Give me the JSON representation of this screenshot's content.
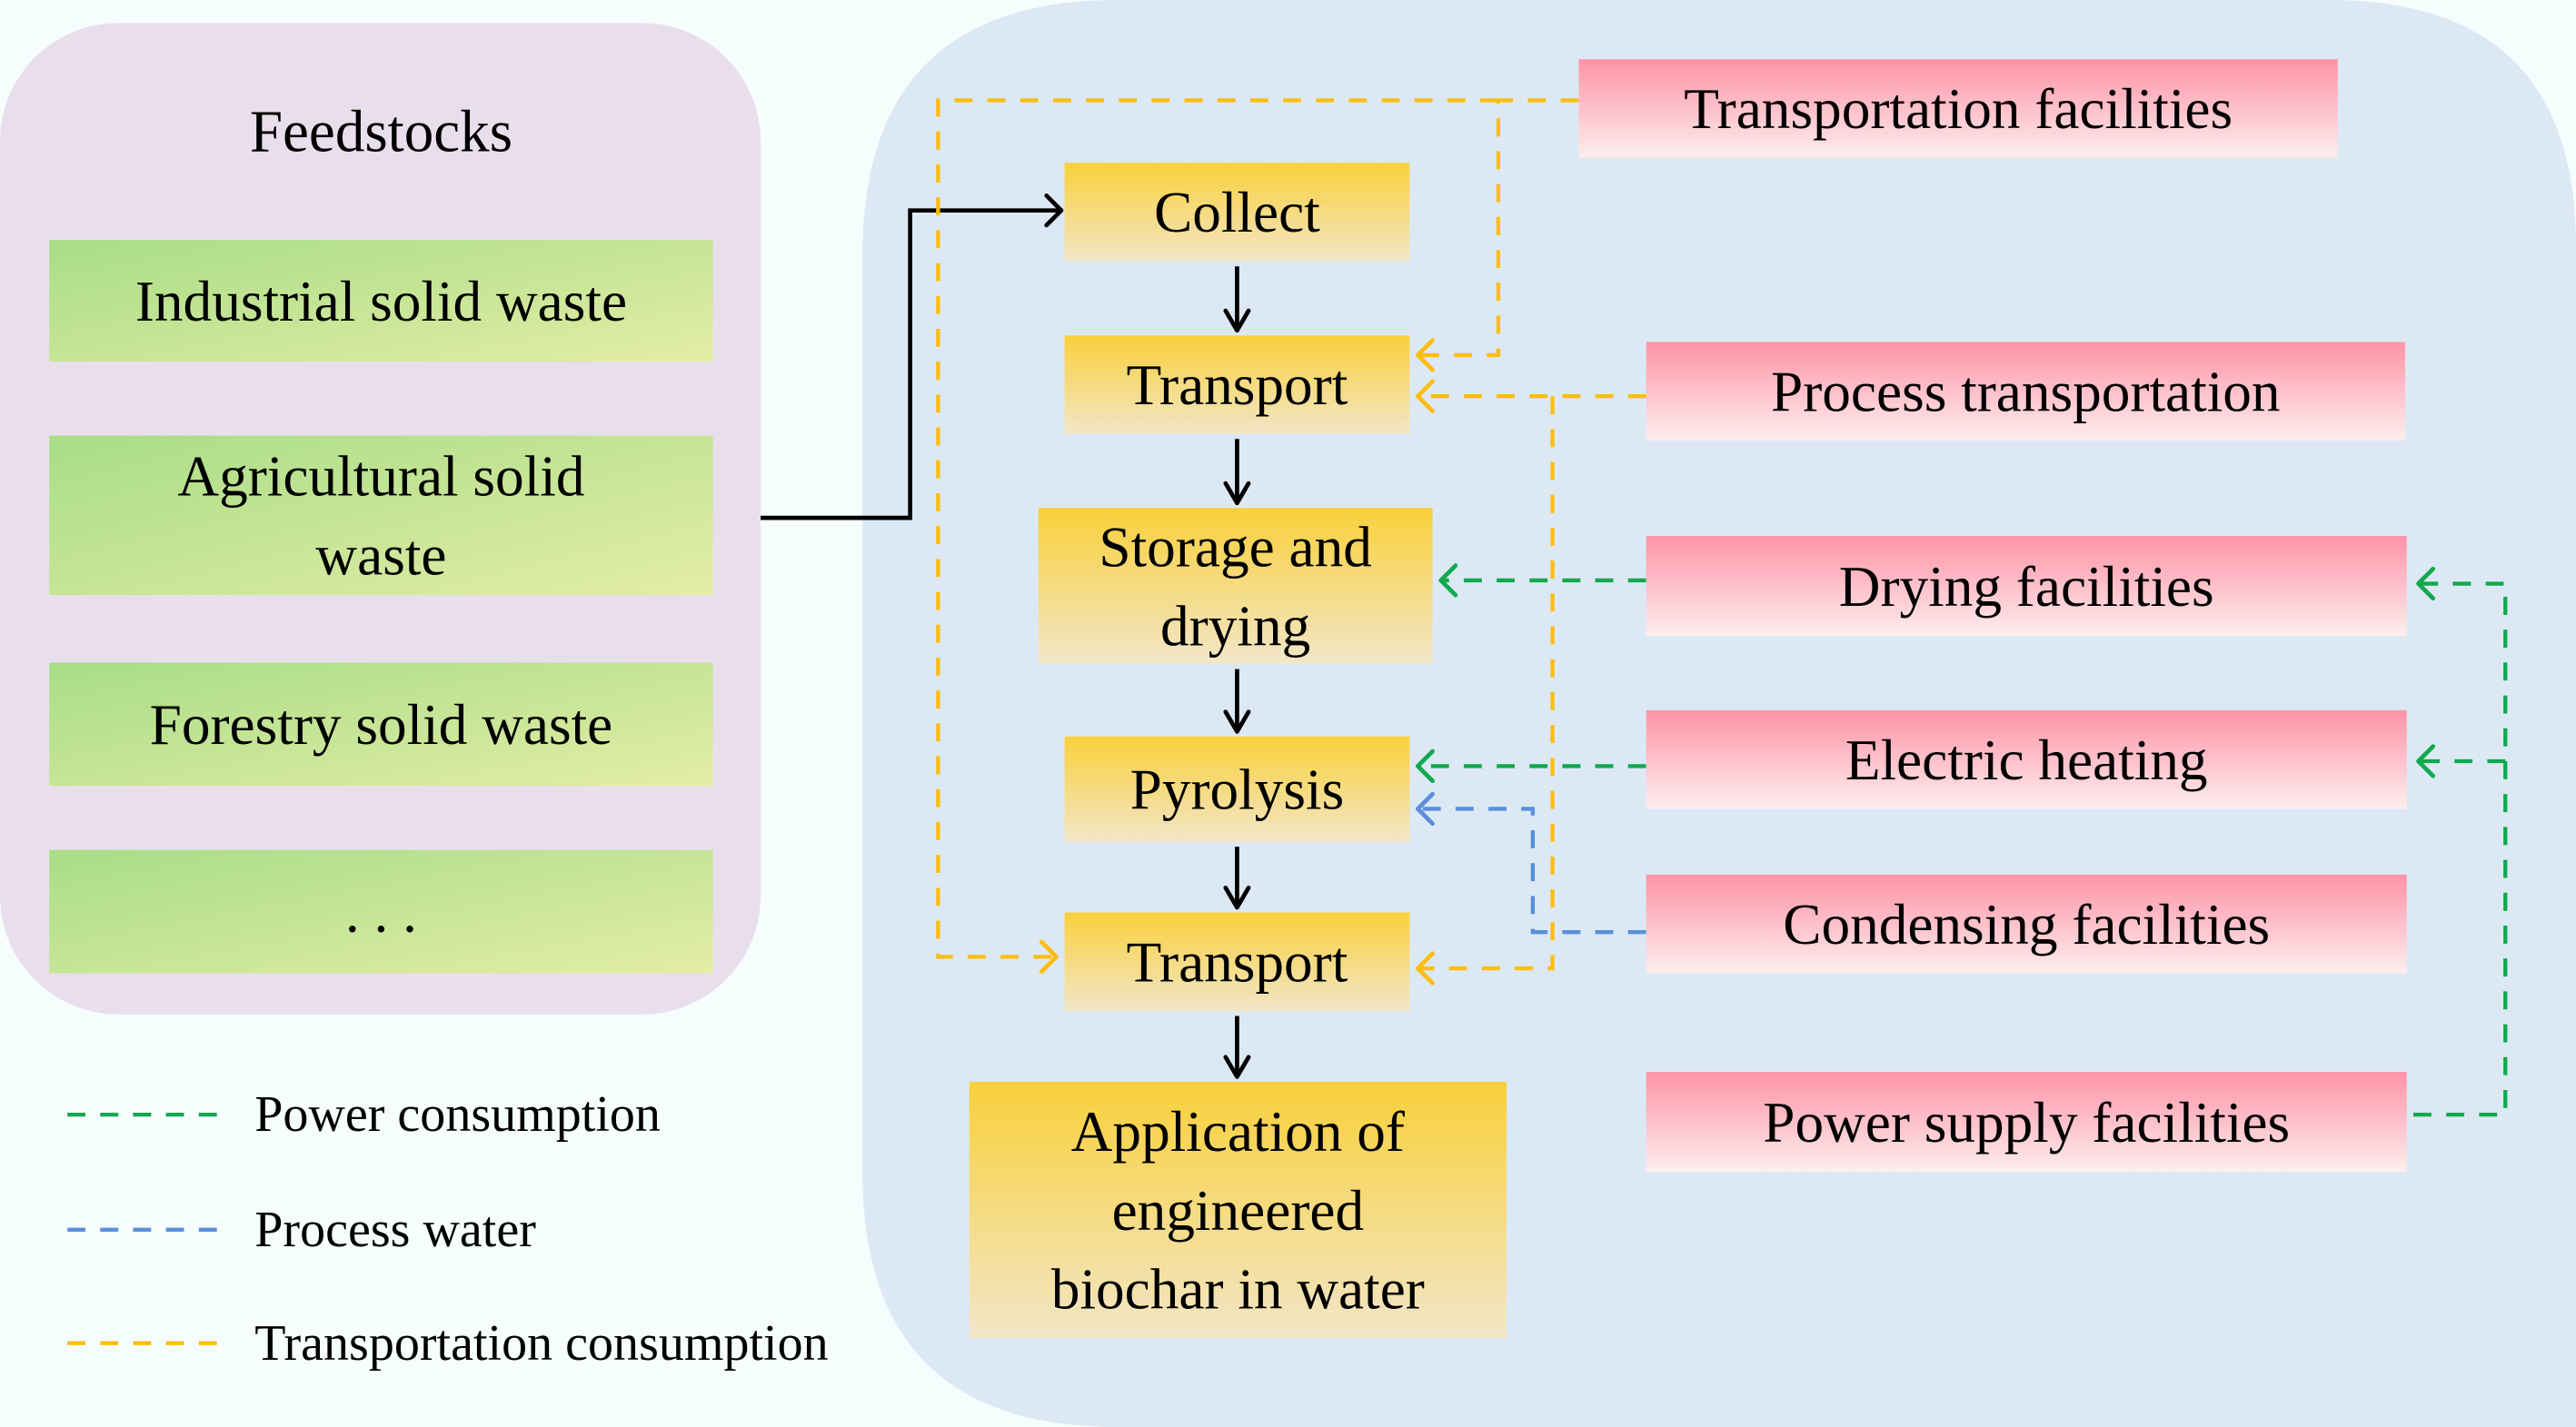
{
  "colors": {
    "background": "#F6FDFD",
    "feedstock_panel": "#E9DFEC",
    "process_panel": "#DCE9F4",
    "feedstock_box_start": "#A8DD86",
    "feedstock_box_end": "#E4EDA6",
    "process_box_top": "#F9D03A",
    "process_box_bottom": "#F2E6C8",
    "facility_box_top": "#FE93A6",
    "facility_box_bottom": "#FDEEEE",
    "power": "#11A84E",
    "water": "#5B8FDB",
    "transport": "#FDBD11",
    "flow": "#000000"
  },
  "feedstocks": {
    "title": "Feedstocks",
    "items": [
      {
        "lines": [
          "Industrial solid waste"
        ]
      },
      {
        "lines": [
          "Agricultural solid",
          "waste"
        ]
      },
      {
        "lines": [
          "Forestry solid waste"
        ]
      },
      {
        "lines": [
          ". . ."
        ]
      }
    ]
  },
  "process_steps": [
    {
      "id": "collect",
      "lines": [
        "Collect"
      ]
    },
    {
      "id": "transport1",
      "lines": [
        "Transport"
      ]
    },
    {
      "id": "storage",
      "lines": [
        "Storage and",
        "drying"
      ]
    },
    {
      "id": "pyrolysis",
      "lines": [
        "Pyrolysis"
      ]
    },
    {
      "id": "transport2",
      "lines": [
        "Transport"
      ]
    },
    {
      "id": "application",
      "lines": [
        "Application of",
        "engineered",
        "biochar in water"
      ]
    }
  ],
  "facilities": [
    {
      "id": "transportation",
      "label": "Transportation facilities"
    },
    {
      "id": "process_transport",
      "label": "Process transportation"
    },
    {
      "id": "drying",
      "label": "Drying facilities"
    },
    {
      "id": "electric",
      "label": "Electric heating"
    },
    {
      "id": "condensing",
      "label": "Condensing facilities"
    },
    {
      "id": "power_supply",
      "label": "Power supply facilities"
    }
  ],
  "connections": [
    {
      "from": "feedstocks",
      "to": "collect",
      "type": "flow"
    },
    {
      "from": "collect",
      "to": "transport1",
      "type": "flow"
    },
    {
      "from": "transport1",
      "to": "storage",
      "type": "flow"
    },
    {
      "from": "storage",
      "to": "pyrolysis",
      "type": "flow"
    },
    {
      "from": "pyrolysis",
      "to": "transport2",
      "type": "flow"
    },
    {
      "from": "transport2",
      "to": "application",
      "type": "flow"
    },
    {
      "from": "transportation",
      "to": "transport1",
      "type": "transport"
    },
    {
      "from": "transportation",
      "to": "transport2",
      "type": "transport"
    },
    {
      "from": "process_transport",
      "to": "transport1",
      "type": "transport"
    },
    {
      "from": "process_transport",
      "to": "transport2",
      "type": "transport"
    },
    {
      "from": "drying",
      "to": "storage",
      "type": "power"
    },
    {
      "from": "electric",
      "to": "pyrolysis",
      "type": "power"
    },
    {
      "from": "condensing",
      "to": "pyrolysis",
      "type": "water"
    },
    {
      "from": "power_supply",
      "to": "drying",
      "type": "power"
    },
    {
      "from": "power_supply",
      "to": "electric",
      "type": "power"
    }
  ],
  "legend": [
    {
      "type": "power",
      "label": "Power consumption"
    },
    {
      "type": "water",
      "label": "Process water"
    },
    {
      "type": "transport",
      "label": "Transportation consumption"
    }
  ]
}
